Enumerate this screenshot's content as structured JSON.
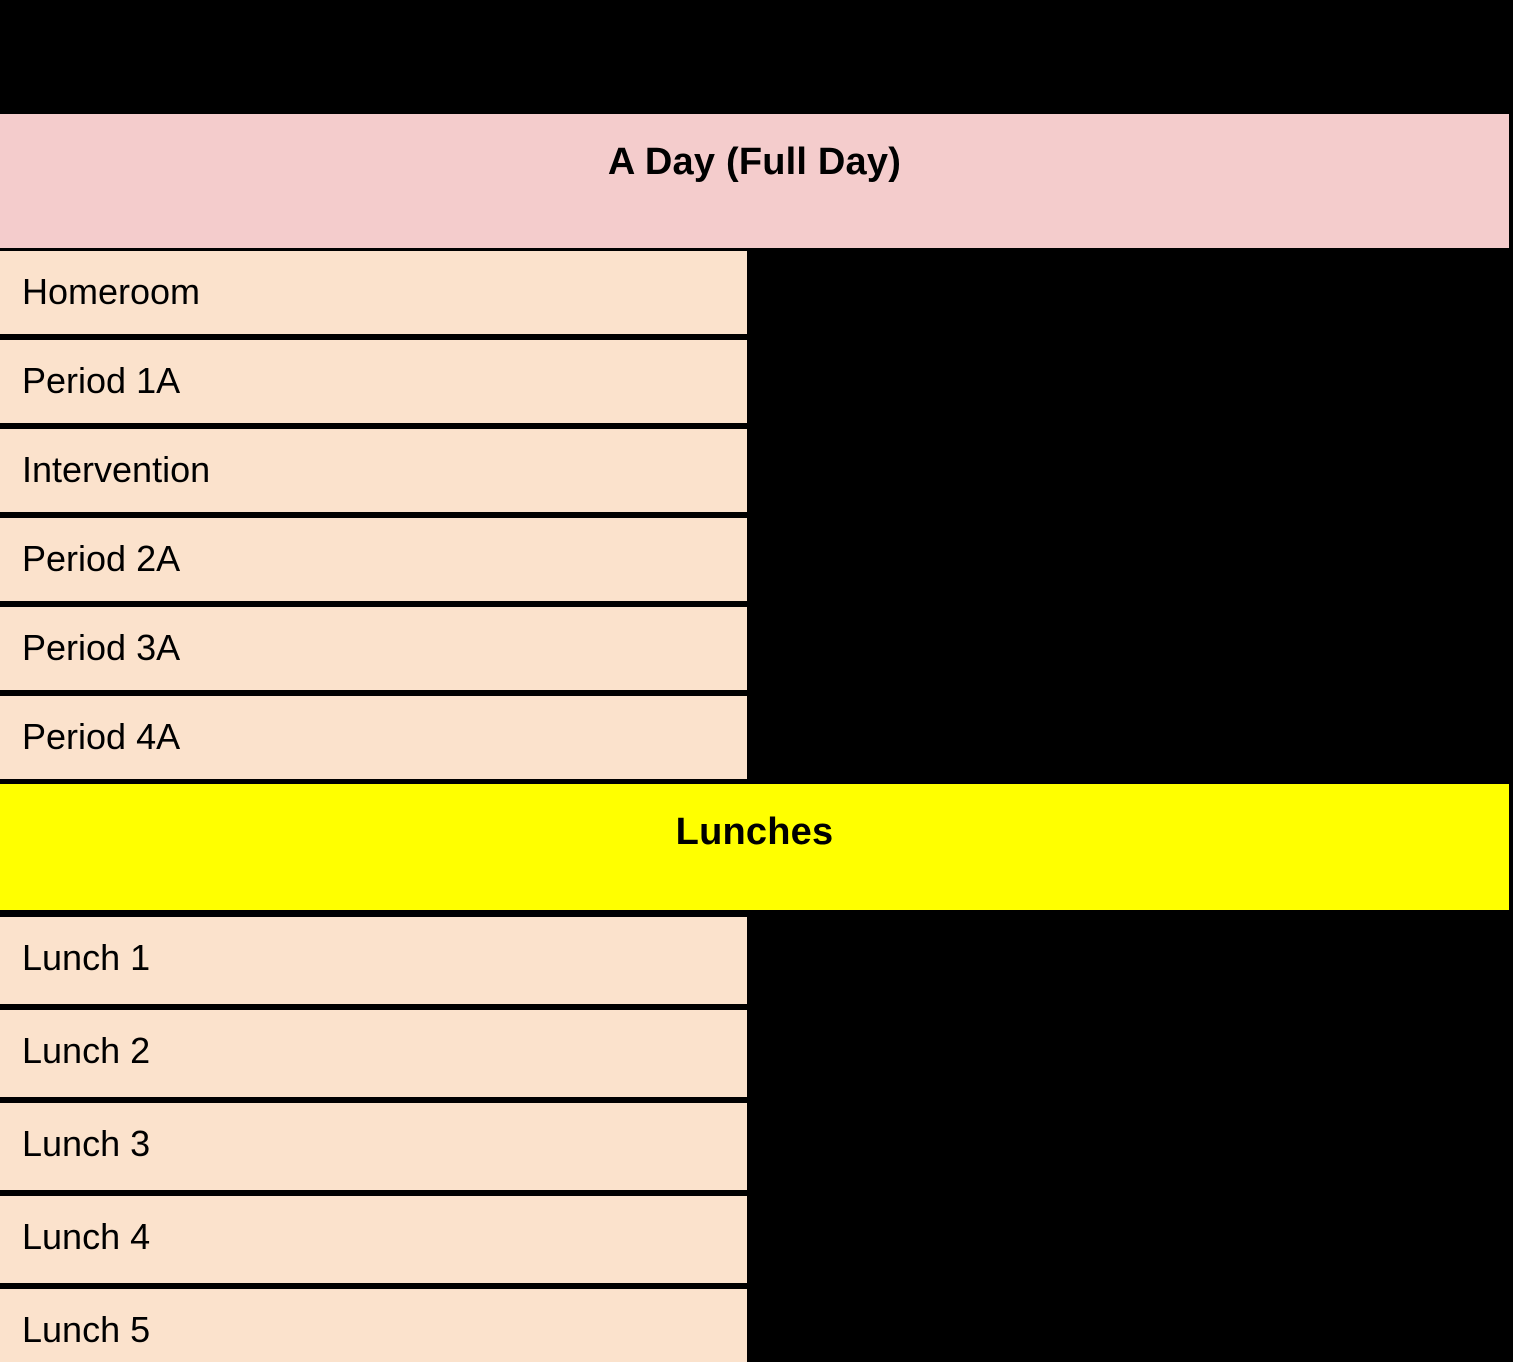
{
  "colors": {
    "background": "#000000",
    "day_header_bg": "#F4CCCC",
    "lunches_bg": "#FFFF00",
    "row_bg": "#FBE2CC",
    "text": "#000000",
    "border": "#000000"
  },
  "day_header": {
    "title": "A Day (Full Day)"
  },
  "periods": [
    {
      "label": "Homeroom"
    },
    {
      "label": "Period 1A"
    },
    {
      "label": "Intervention"
    },
    {
      "label": "Period 2A"
    },
    {
      "label": "Period 3A"
    },
    {
      "label": "Period 4A"
    }
  ],
  "lunches_header": {
    "title": "Lunches"
  },
  "lunches": [
    {
      "label": "Lunch 1"
    },
    {
      "label": "Lunch 2"
    },
    {
      "label": "Lunch 3"
    },
    {
      "label": "Lunch 4"
    },
    {
      "label": "Lunch 5"
    }
  ]
}
